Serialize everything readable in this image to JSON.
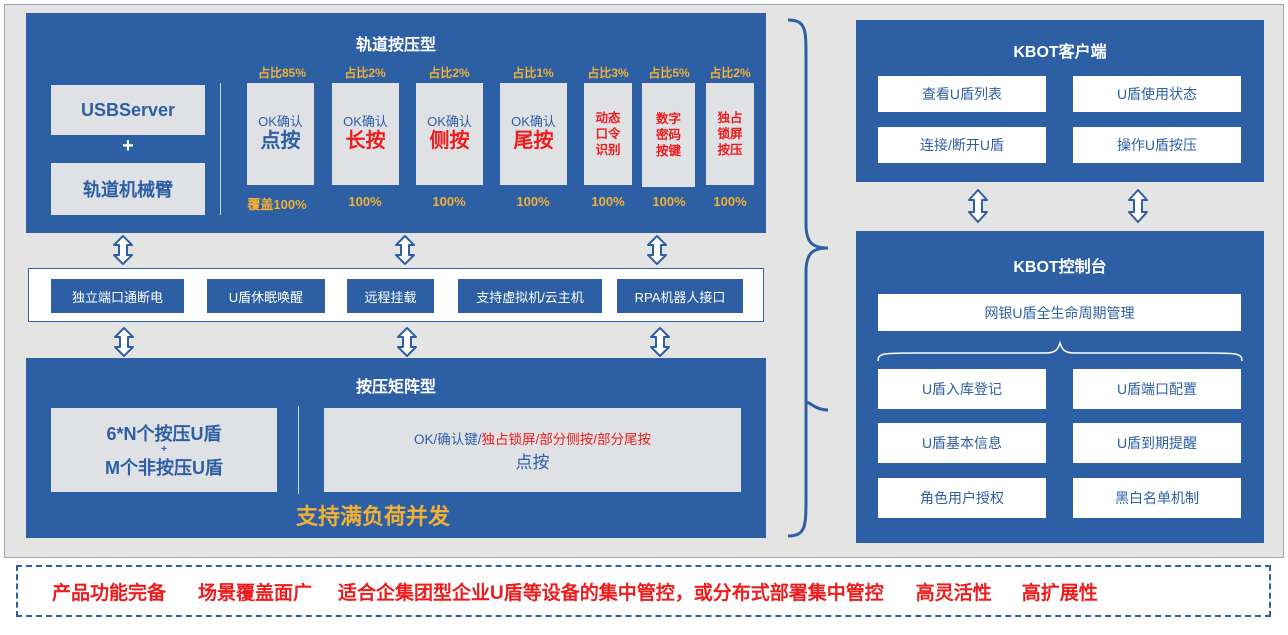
{
  "rail": {
    "title": "轨道按压型",
    "device_top": "USBServer",
    "plus": "+",
    "device_bottom": "轨道机械臂",
    "cards": [
      {
        "pct": "占比85%",
        "line1": "OK确认",
        "line2": "点按",
        "coverage": "覆盖100%"
      },
      {
        "pct": "占比2%",
        "line1": "OK确认",
        "line2": "长按",
        "coverage": "100%"
      },
      {
        "pct": "占比2%",
        "line1": "OK确认",
        "line2": "侧按",
        "coverage": "100%"
      },
      {
        "pct": "占比1%",
        "line1": "OK确认",
        "line2": "尾按",
        "coverage": "100%"
      },
      {
        "pct": "占比3%",
        "lines": [
          "动态",
          "口令",
          "识别"
        ],
        "coverage": "100%"
      },
      {
        "pct": "占比5%",
        "lines": [
          "数字",
          "密码",
          "按键"
        ],
        "coverage": "100%"
      },
      {
        "pct": "占比2%",
        "lines": [
          "独占",
          "锁屏",
          "按压"
        ],
        "coverage": "100%"
      }
    ]
  },
  "middle": {
    "buttons": [
      "独立端口通断电",
      "U盾休眠唤醒",
      "远程挂载",
      "支持虚拟机/云主机",
      "RPA机器人接口"
    ]
  },
  "matrix": {
    "title": "按压矩阵型",
    "left_line1": "6*N个按压U盾",
    "left_plus": "+",
    "left_line2": "M个非按压U盾",
    "right_blue_1": "OK/确认键/",
    "right_red": "独占锁屏/部分侧按/部分尾按",
    "right_line2": "点按",
    "footer": "支持满负荷并发"
  },
  "client": {
    "title": "KBOT客户端",
    "items": [
      "查看U盾列表",
      "U盾使用状态",
      "连接/断开U盾",
      "操作U盾按压"
    ]
  },
  "console": {
    "title": "KBOT控制台",
    "header_item": "网银U盾全生命周期管理",
    "items": [
      "U盾入库登记",
      "U盾端口配置",
      "U盾基本信息",
      "U盾到期提醒",
      "角色用户授权",
      "黑白名单机制"
    ]
  },
  "footer": {
    "items": [
      "产品功能完备",
      "场景覆盖面广",
      "适合企集团型企业U盾等设备的集中管控，或分布式部署集中管控",
      "高灵活性",
      "高扩展性"
    ]
  },
  "colors": {
    "panel": "#2d5fa5",
    "accent": "#f2b134",
    "highlight": "#ee1c1c"
  }
}
